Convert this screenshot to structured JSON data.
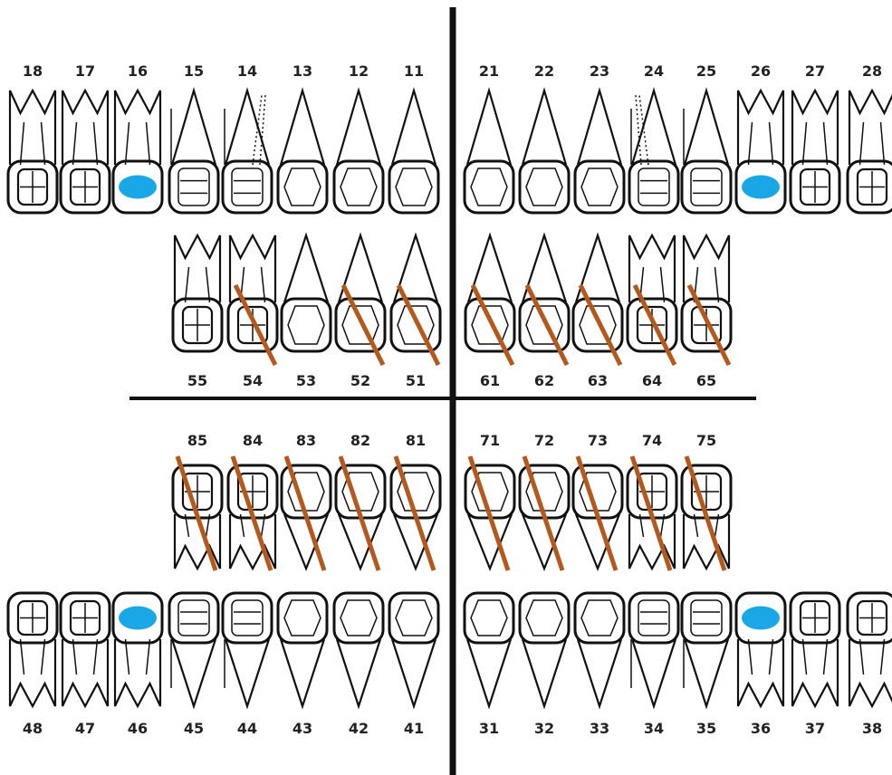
{
  "colors": {
    "marked": "#1aa7e8",
    "strike": "#b5581c",
    "ink": "#111111"
  },
  "chart": {
    "permanent_upper": [
      {
        "num": "18",
        "kind": "molar",
        "mark": false
      },
      {
        "num": "17",
        "kind": "molar",
        "mark": false
      },
      {
        "num": "16",
        "kind": "molar",
        "mark": true
      },
      {
        "num": "15",
        "kind": "premolar",
        "mark": false
      },
      {
        "num": "14",
        "kind": "premolar",
        "mark": false,
        "dotted": true
      },
      {
        "num": "13",
        "kind": "anterior",
        "mark": false
      },
      {
        "num": "12",
        "kind": "anterior",
        "mark": false
      },
      {
        "num": "11",
        "kind": "anterior",
        "mark": false
      },
      {
        "num": "21",
        "kind": "anterior",
        "mark": false
      },
      {
        "num": "22",
        "kind": "anterior",
        "mark": false
      },
      {
        "num": "23",
        "kind": "anterior",
        "mark": false
      },
      {
        "num": "24",
        "kind": "premolar",
        "mark": false,
        "dotted": true
      },
      {
        "num": "25",
        "kind": "premolar",
        "mark": false
      },
      {
        "num": "26",
        "kind": "molar",
        "mark": true
      },
      {
        "num": "27",
        "kind": "molar",
        "mark": false
      },
      {
        "num": "28",
        "kind": "molar",
        "mark": false
      }
    ],
    "primary_upper": [
      {
        "num": "55",
        "kind": "molar",
        "strike": false
      },
      {
        "num": "54",
        "kind": "molar",
        "strike": true
      },
      {
        "num": "53",
        "kind": "anterior",
        "strike": false
      },
      {
        "num": "52",
        "kind": "anterior",
        "strike": true
      },
      {
        "num": "51",
        "kind": "anterior",
        "strike": true
      },
      {
        "num": "61",
        "kind": "anterior",
        "strike": true
      },
      {
        "num": "62",
        "kind": "anterior",
        "strike": true
      },
      {
        "num": "63",
        "kind": "anterior",
        "strike": true
      },
      {
        "num": "64",
        "kind": "molar",
        "strike": true
      },
      {
        "num": "65",
        "kind": "molar",
        "strike": true
      }
    ],
    "primary_lower": [
      {
        "num": "85",
        "kind": "molar",
        "strike": true
      },
      {
        "num": "84",
        "kind": "molar",
        "strike": true
      },
      {
        "num": "83",
        "kind": "anterior",
        "strike": true
      },
      {
        "num": "82",
        "kind": "anterior",
        "strike": true
      },
      {
        "num": "81",
        "kind": "anterior",
        "strike": true
      },
      {
        "num": "71",
        "kind": "anterior",
        "strike": true
      },
      {
        "num": "72",
        "kind": "anterior",
        "strike": true
      },
      {
        "num": "73",
        "kind": "anterior",
        "strike": true
      },
      {
        "num": "74",
        "kind": "molar",
        "strike": true
      },
      {
        "num": "75",
        "kind": "molar",
        "strike": true
      }
    ],
    "permanent_lower": [
      {
        "num": "48",
        "kind": "molar",
        "mark": false
      },
      {
        "num": "47",
        "kind": "molar",
        "mark": false
      },
      {
        "num": "46",
        "kind": "molar",
        "mark": true
      },
      {
        "num": "45",
        "kind": "premolar",
        "mark": false
      },
      {
        "num": "44",
        "kind": "premolar",
        "mark": false
      },
      {
        "num": "43",
        "kind": "anterior",
        "mark": false
      },
      {
        "num": "42",
        "kind": "anterior",
        "mark": false
      },
      {
        "num": "41",
        "kind": "anterior",
        "mark": false
      },
      {
        "num": "31",
        "kind": "anterior",
        "mark": false
      },
      {
        "num": "32",
        "kind": "anterior",
        "mark": false
      },
      {
        "num": "33",
        "kind": "anterior",
        "mark": false
      },
      {
        "num": "34",
        "kind": "premolar",
        "mark": false
      },
      {
        "num": "35",
        "kind": "premolar",
        "mark": false
      },
      {
        "num": "36",
        "kind": "molar",
        "mark": true
      },
      {
        "num": "37",
        "kind": "molar",
        "mark": false
      },
      {
        "num": "38",
        "kind": "molar",
        "mark": false
      }
    ]
  }
}
